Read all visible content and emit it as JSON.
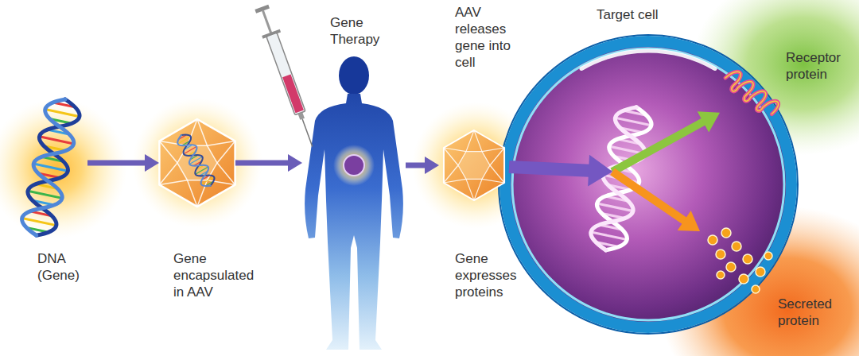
{
  "diagram": {
    "nodes": [
      {
        "text": [
          "DNA (Gene)"
        ]
      },
      {
        "text": [
          "Gene encapsulated in AAV"
        ]
      },
      {
        "text": [
          "Gene Therapy"
        ]
      },
      {
        "text": [
          "AAV releases gene into cell",
          "Gene expresses proteins"
        ]
      },
      {
        "text": [
          "Target cell"
        ]
      },
      {
        "text": [
          "Receptor protein"
        ]
      },
      {
        "text": [
          "Secreted protein"
        ]
      }
    ],
    "edges": [
      {
        "from": 0,
        "to": 1,
        "arrow": "to"
      },
      {
        "from": 1,
        "to": 2,
        "arrow": "to"
      },
      {
        "from": 2,
        "to": 3,
        "arrow": "to"
      },
      {
        "from": 3,
        "to": 4,
        "arrow": "to"
      },
      {
        "from": 4,
        "to": 5,
        "arrow": "to"
      },
      {
        "from": 4,
        "to": 6,
        "arrow": "to"
      }
    ]
  }
}
